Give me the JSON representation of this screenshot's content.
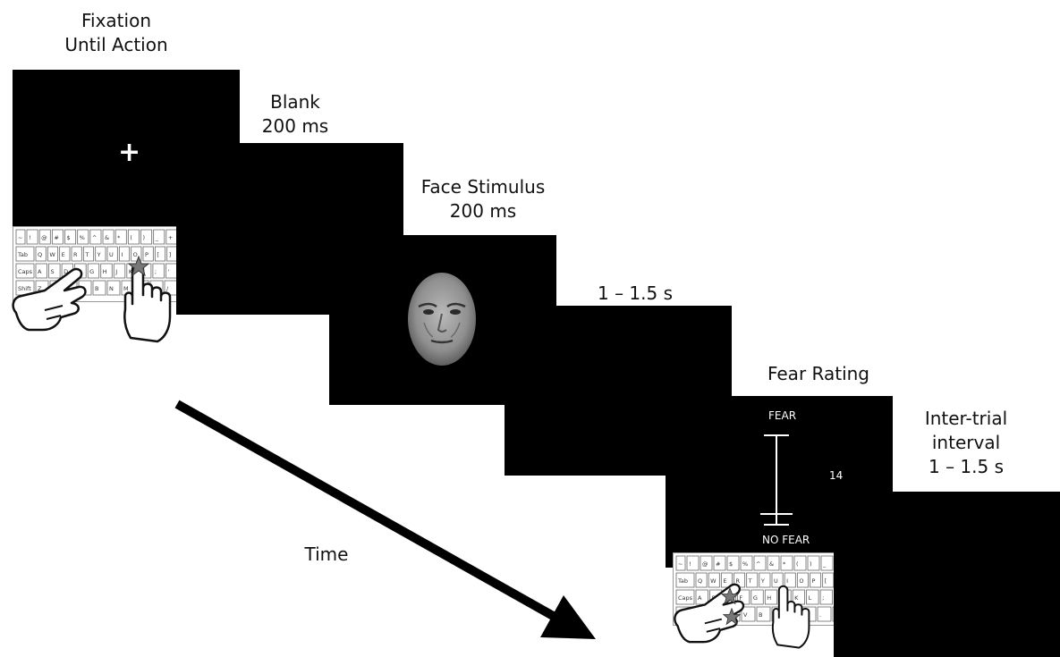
{
  "steps": [
    {
      "line1": "Fixation",
      "line2": "Until Action"
    },
    {
      "line1": "Blank",
      "line2": "200 ms"
    },
    {
      "line1": "Face Stimulus",
      "line2": "200 ms"
    },
    {
      "line1": "1 – 1.5 s",
      "line2": ""
    },
    {
      "line1": "Fear Rating",
      "line2": ""
    },
    {
      "line1": "Inter-trial",
      "line2": "interval",
      "line3": "1 – 1.5 s"
    }
  ],
  "fixation_symbol": "+",
  "rating": {
    "top": "FEAR",
    "bottom": "NO FEAR",
    "value": "14"
  },
  "time_label": "Time",
  "keyboard": {
    "row1": [
      "~",
      "!",
      "@",
      "#",
      "$",
      "%",
      "^",
      "&",
      "*",
      "(",
      ")",
      "_",
      "+"
    ],
    "row2": [
      "Tab",
      "Q",
      "W",
      "E",
      "R",
      "T",
      "Y",
      "U",
      "I",
      "O",
      "P",
      "[",
      "]"
    ],
    "row3": [
      "Caps",
      "A",
      "S",
      "D",
      "F",
      "G",
      "H",
      "J",
      "K",
      "L",
      ";",
      "'"
    ],
    "row4": [
      "Shift",
      "Z",
      "X",
      "C",
      "V",
      "B",
      "N",
      "M",
      ",",
      ".",
      "/"
    ]
  },
  "icons": [
    "hand-pointing-icon",
    "hand-raised-icon",
    "star-press-icon",
    "keyboard-icon"
  ]
}
